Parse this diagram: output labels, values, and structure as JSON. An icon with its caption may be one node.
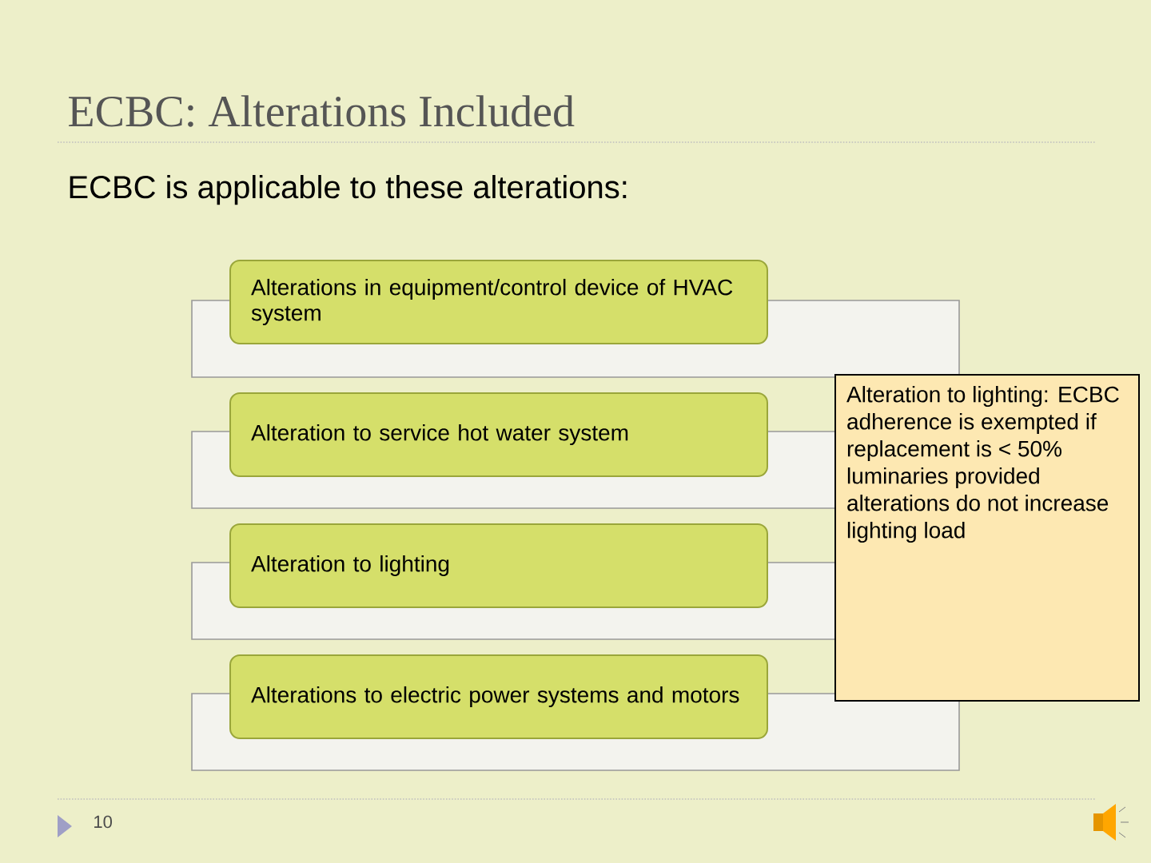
{
  "diagram": {
    "title": "ECBC: Alterations Included",
    "nodes": [
      {
        "text": [
          "Alterations in equipment/control device of HVAC system"
        ]
      },
      {
        "text": [
          "Alteration to service hot water system"
        ]
      },
      {
        "text": [
          "Alteration to lighting"
        ]
      },
      {
        "text": [
          "Alterations to electric power systems and motors"
        ]
      },
      {
        "text": [
          "Alteration to lighting: ECBC adherence is exempted if replacement is < 50% luminaries provided alterations do not increase lighting load"
        ]
      }
    ],
    "edges": [],
    "labels": [
      "ECBC is applicable to these alterations:",
      "10"
    ]
  }
}
